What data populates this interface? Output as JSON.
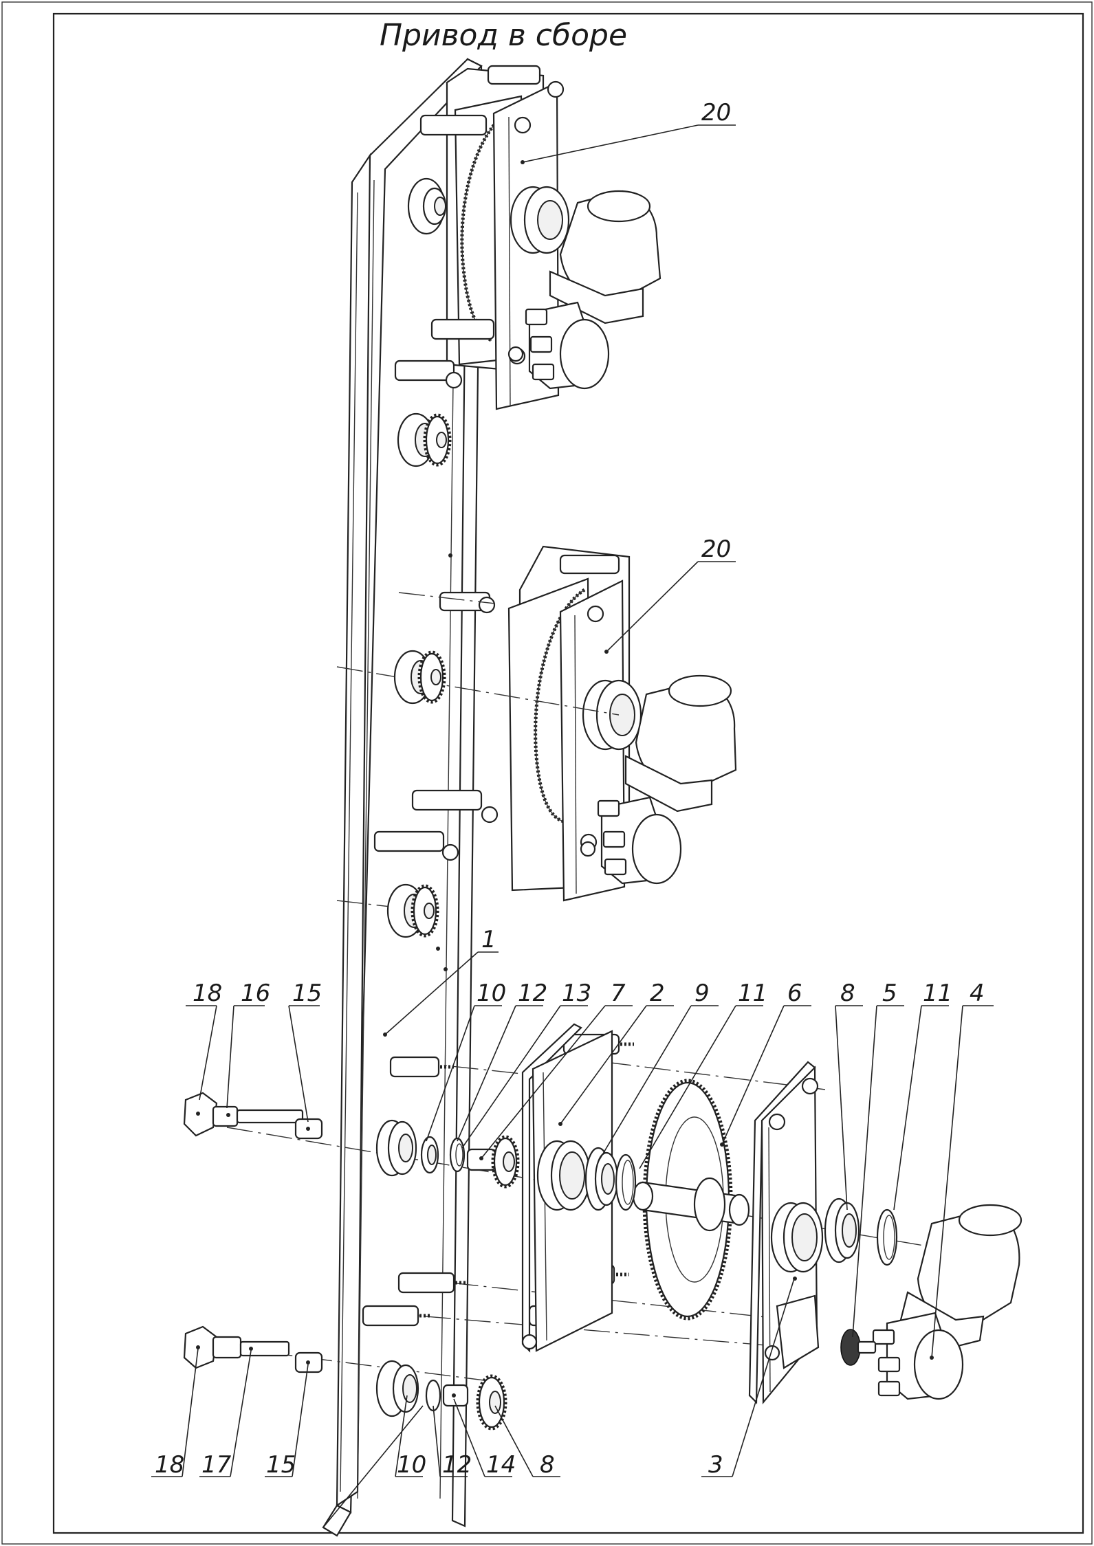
{
  "drawing": {
    "title": "Привод в сборе"
  },
  "callouts": [
    {
      "id": "20a",
      "text": "20"
    },
    {
      "id": "20b",
      "text": "20"
    },
    {
      "id": "1",
      "text": "1"
    },
    {
      "id": "18a",
      "text": "18"
    },
    {
      "id": "16",
      "text": "16"
    },
    {
      "id": "15a",
      "text": "15"
    },
    {
      "id": "10a",
      "text": "10"
    },
    {
      "id": "12a",
      "text": "12"
    },
    {
      "id": "13",
      "text": "13"
    },
    {
      "id": "7",
      "text": "7"
    },
    {
      "id": "2",
      "text": "2"
    },
    {
      "id": "9",
      "text": "9"
    },
    {
      "id": "11a",
      "text": "11"
    },
    {
      "id": "6",
      "text": "6"
    },
    {
      "id": "8a",
      "text": "8"
    },
    {
      "id": "5",
      "text": "5"
    },
    {
      "id": "11b",
      "text": "11"
    },
    {
      "id": "4",
      "text": "4"
    },
    {
      "id": "18b",
      "text": "18"
    },
    {
      "id": "17",
      "text": "17"
    },
    {
      "id": "15b",
      "text": "15"
    },
    {
      "id": "10b",
      "text": "10"
    },
    {
      "id": "12b",
      "text": "12"
    },
    {
      "id": "14",
      "text": "14"
    },
    {
      "id": "8b",
      "text": "8"
    },
    {
      "id": "3",
      "text": "3"
    }
  ]
}
